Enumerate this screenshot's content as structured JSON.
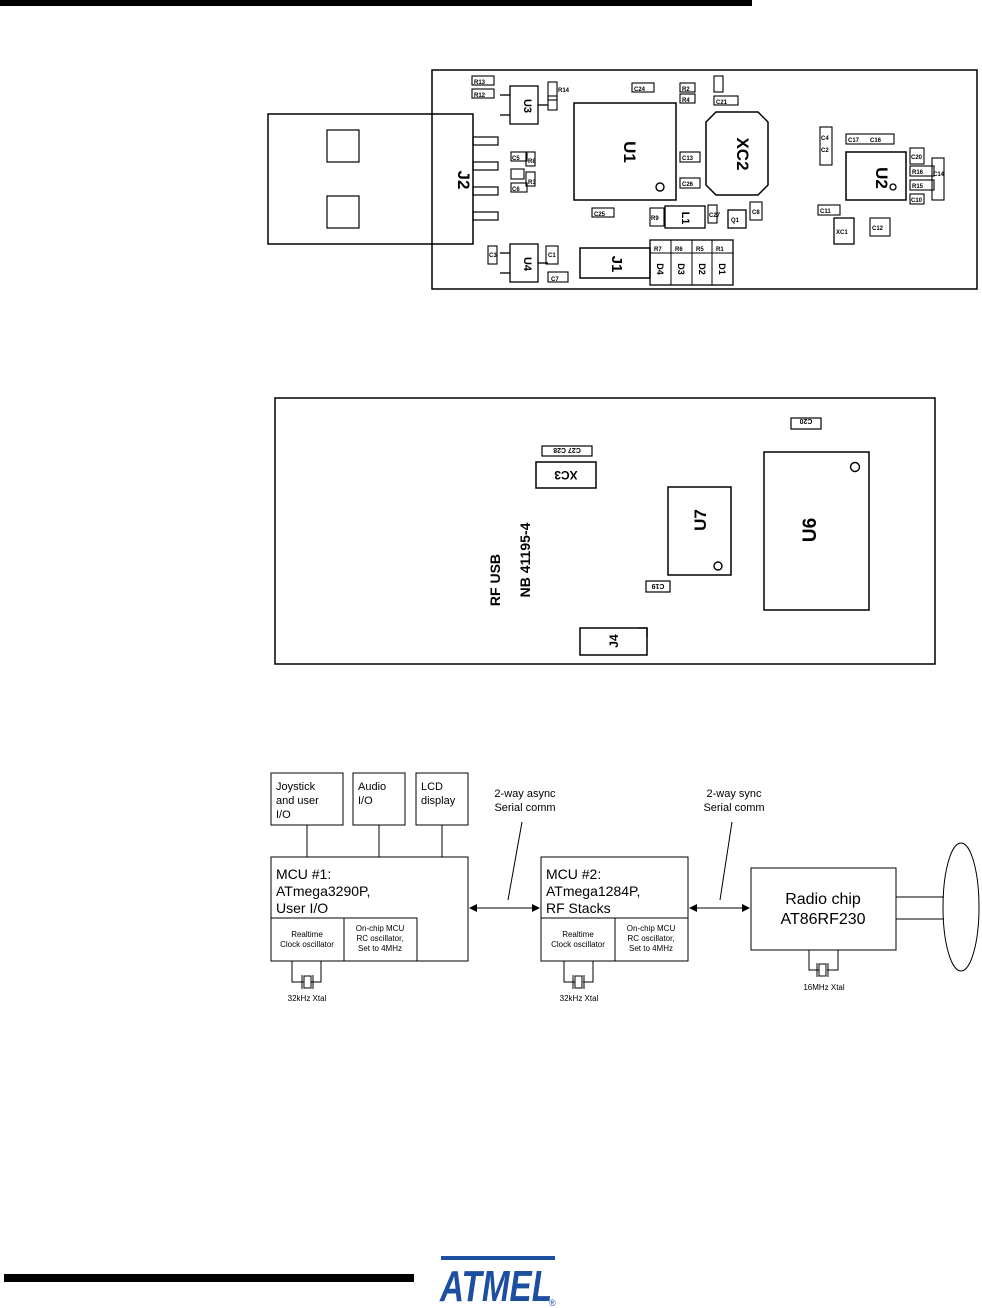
{
  "top_view": {
    "main_labels": {
      "j2": "J2",
      "u1": "U1",
      "xc2": "XC2",
      "u2": "U2",
      "u3": "U3",
      "u4": "U4",
      "j1": "J1",
      "l1": "L1"
    },
    "small_refs": {
      "r13": "R13",
      "r12": "R12",
      "r14": "R14",
      "c24": "C24",
      "r2": "R2",
      "r4": "R4",
      "c21": "C21",
      "c5": "C5",
      "r8": "R8",
      "r3": "R3",
      "c6": "C6",
      "c13": "C13",
      "c26": "C26",
      "c25": "C25",
      "r9": "R9",
      "c27": "C27",
      "q1": "Q1",
      "c7": "C7",
      "c8": "C8",
      "c17": "C17",
      "c16": "C16",
      "c20": "C20",
      "r16": "R16",
      "r15": "R15",
      "c10": "C10",
      "c11": "C11",
      "xc1": "XC1",
      "c12": "C12",
      "c3": "C3",
      "c1": "C1",
      "c4": "C4",
      "c2": "C2",
      "c14": "C14"
    },
    "led_refs": [
      "R7",
      "R6",
      "R5",
      "R1"
    ],
    "led_diodes": [
      "D4",
      "D3",
      "D2",
      "D1"
    ]
  },
  "bottom_view": {
    "labels": {
      "u6": "U6",
      "u7": "U7",
      "xc3": "XC3",
      "j4": "J4",
      "c19": "C19",
      "c27c28": "C27 C28",
      "c20": "C20"
    },
    "board_text": [
      "RF USB",
      "NB 41195-4"
    ]
  },
  "block_diagram": {
    "joystick": [
      "Joystick",
      "and user",
      "I/O"
    ],
    "audio": [
      "Audio",
      "I/O"
    ],
    "lcd": [
      "LCD",
      "display"
    ],
    "async_label": [
      "2-way async",
      "Serial comm"
    ],
    "sync_label": [
      "2-way sync",
      "Serial comm"
    ],
    "mcu1": [
      "MCU #1:",
      "ATmega3290P,",
      "User I/O"
    ],
    "mcu2": [
      "MCU #2:",
      "ATmega1284P,",
      "RF Stacks"
    ],
    "realtime_osc": [
      "Realtime",
      "Clock oscillator"
    ],
    "onchip_osc": [
      "On-chip MCU",
      "RC oscillator,",
      "Set to 4MHz"
    ],
    "radio": [
      "Radio chip",
      "AT86RF230"
    ],
    "xtal_32k": "32kHz Xtal",
    "xtal_16m": "16MHz Xtal"
  },
  "logo": {
    "text": "ATMEL",
    "registered": "®",
    "color": "#1c4fa0"
  }
}
